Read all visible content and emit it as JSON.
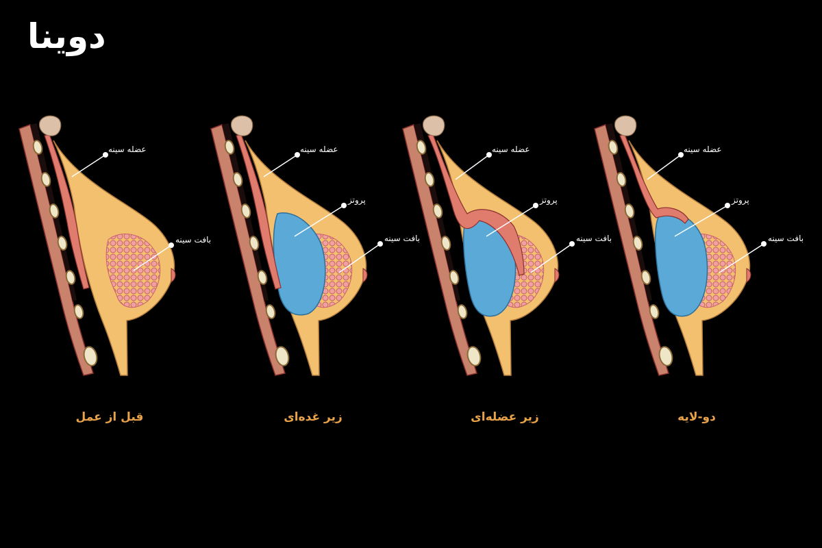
{
  "brand": {
    "logo_text": "دوینا"
  },
  "panels": [
    {
      "caption": "قبل از عمل",
      "muscle_label": "عضله سینه",
      "tissue_label": "بافت سینه"
    },
    {
      "caption": "زیر غده‌ای",
      "muscle_label": "عضله سینه",
      "implant_label": "پروتز",
      "tissue_label": "بافت سینه"
    },
    {
      "caption": "زیر عضله‌ای",
      "muscle_label": "عضله سینه",
      "implant_label": "پروتز",
      "tissue_label": "بافت سینه"
    },
    {
      "caption": "دو-لایه",
      "muscle_label": "عضله سینه",
      "implant_label": "پروتز",
      "tissue_label": "بافت سینه"
    }
  ],
  "colors": {
    "background": "#000000",
    "fat": "#f2c06e",
    "fat_outline": "#b07a3a",
    "muscle": "#e07c6e",
    "muscle_outline": "#8a2f2f",
    "rib": "#c9826b",
    "rib_hole": "#efe6c8",
    "implant": "#5aa9d6",
    "implant_outline": "#2d6f99",
    "glands": "#f0a0a0",
    "bone": "#dcc0a8",
    "caption": "#e8a24a",
    "label": "#ffffff"
  }
}
